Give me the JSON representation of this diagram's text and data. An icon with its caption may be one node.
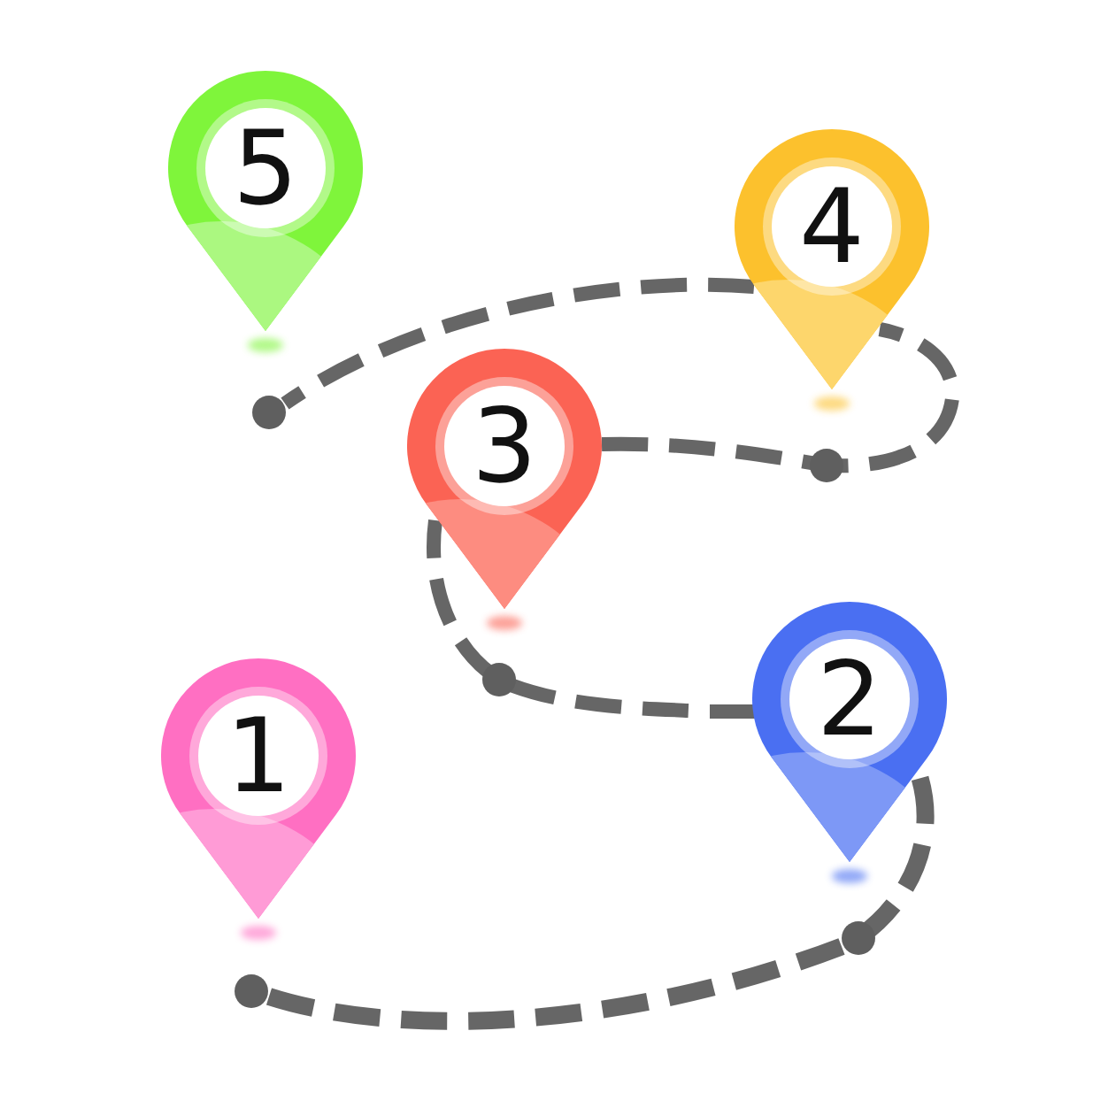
{
  "diagram": {
    "nodes": [
      {
        "text": [
          "1"
        ]
      },
      {
        "text": [
          "2"
        ]
      },
      {
        "text": [
          "3"
        ]
      },
      {
        "text": [
          "4"
        ]
      },
      {
        "text": [
          "5"
        ]
      }
    ],
    "edges": [
      {
        "from": 0,
        "to": 1,
        "arrow": "none",
        "style": "dashed"
      },
      {
        "from": 1,
        "to": 2,
        "arrow": "none",
        "style": "dashed"
      },
      {
        "from": 2,
        "to": 3,
        "arrow": "none",
        "style": "dashed"
      },
      {
        "from": 3,
        "to": 4,
        "arrow": "none",
        "style": "dashed"
      }
    ]
  }
}
